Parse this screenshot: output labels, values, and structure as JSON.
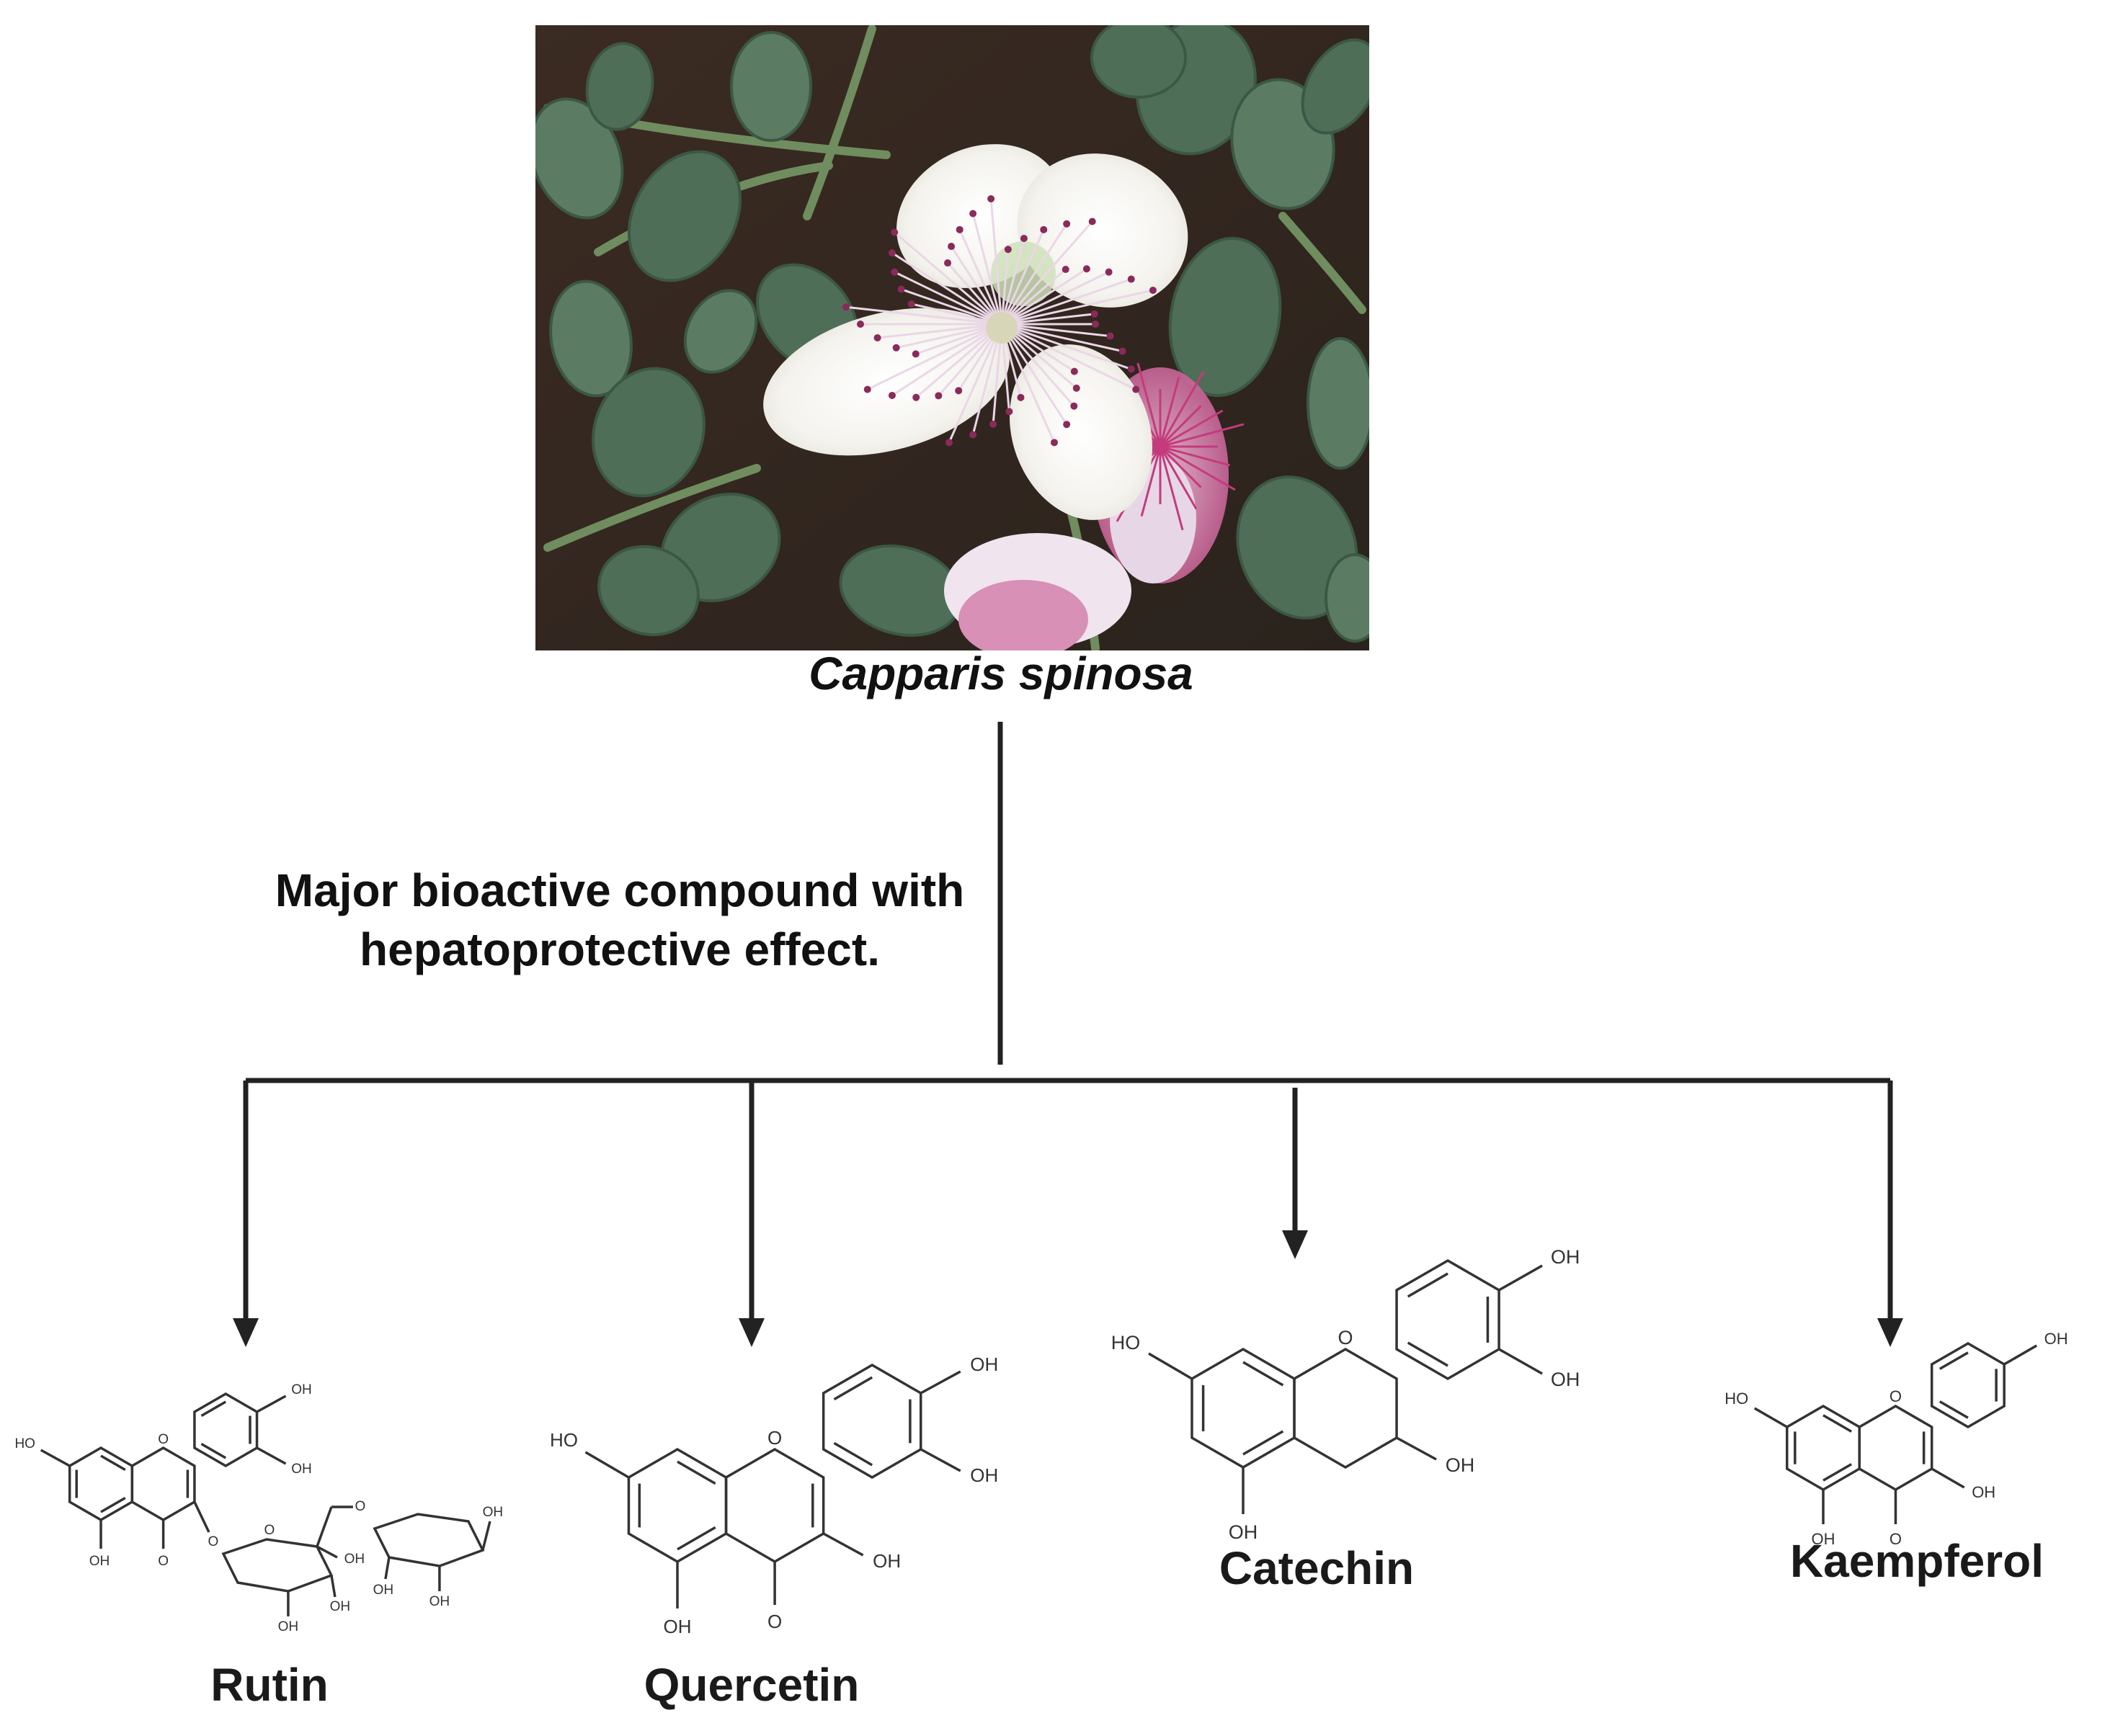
{
  "figure": {
    "source_label": "Capparis spinosa",
    "edge_label": "Major bioactive compound with hepatoprotective effect.",
    "photo_alt": "Capparis spinosa flower",
    "line_color": "#222222"
  },
  "compounds": [
    {
      "name": "Rutin",
      "atom_labels": [
        "HO",
        "OH",
        "OH",
        "O",
        "OH",
        "O",
        "O",
        "O",
        "O",
        "OH",
        "OH",
        "OH",
        "OH",
        "OH",
        "OH"
      ]
    },
    {
      "name": "Quercetin",
      "atom_labels": [
        "HO",
        "O",
        "OH",
        "OH",
        "OH",
        "OH",
        "O"
      ]
    },
    {
      "name": "Catechin",
      "atom_labels": [
        "HO",
        "O",
        "OH",
        "OH",
        "OH",
        "OH"
      ]
    },
    {
      "name": "Kaempferol",
      "atom_labels": [
        "HO",
        "O",
        "OH",
        "OH",
        "OH",
        "O"
      ]
    }
  ]
}
